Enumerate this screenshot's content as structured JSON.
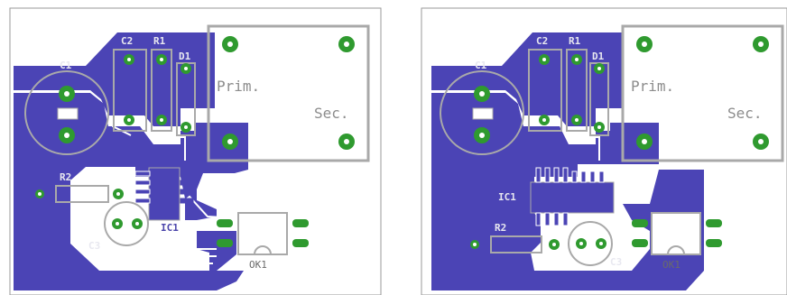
{
  "colors": {
    "copper": "#4b44b5",
    "pad": "#2f9a2f",
    "outline": "#a9a9a9",
    "silk": "#ffffff",
    "board_border": "#9a9a9a"
  },
  "layouts": [
    {
      "name": "left",
      "labels": {
        "c1": "C1",
        "c2": "C2",
        "r1": "R1",
        "d1": "D1",
        "r2": "R2",
        "c3": "C3",
        "ic1": "IC1",
        "ok1": "OK1",
        "prim": "Prim.",
        "sec": "Sec."
      }
    },
    {
      "name": "right",
      "labels": {
        "c1": "C1",
        "c2": "C2",
        "r1": "R1",
        "d1": "D1",
        "r2": "R2",
        "c3": "C3",
        "ic1": "IC1",
        "ok1": "OK1",
        "prim": "Prim.",
        "sec": "Sec."
      }
    }
  ]
}
